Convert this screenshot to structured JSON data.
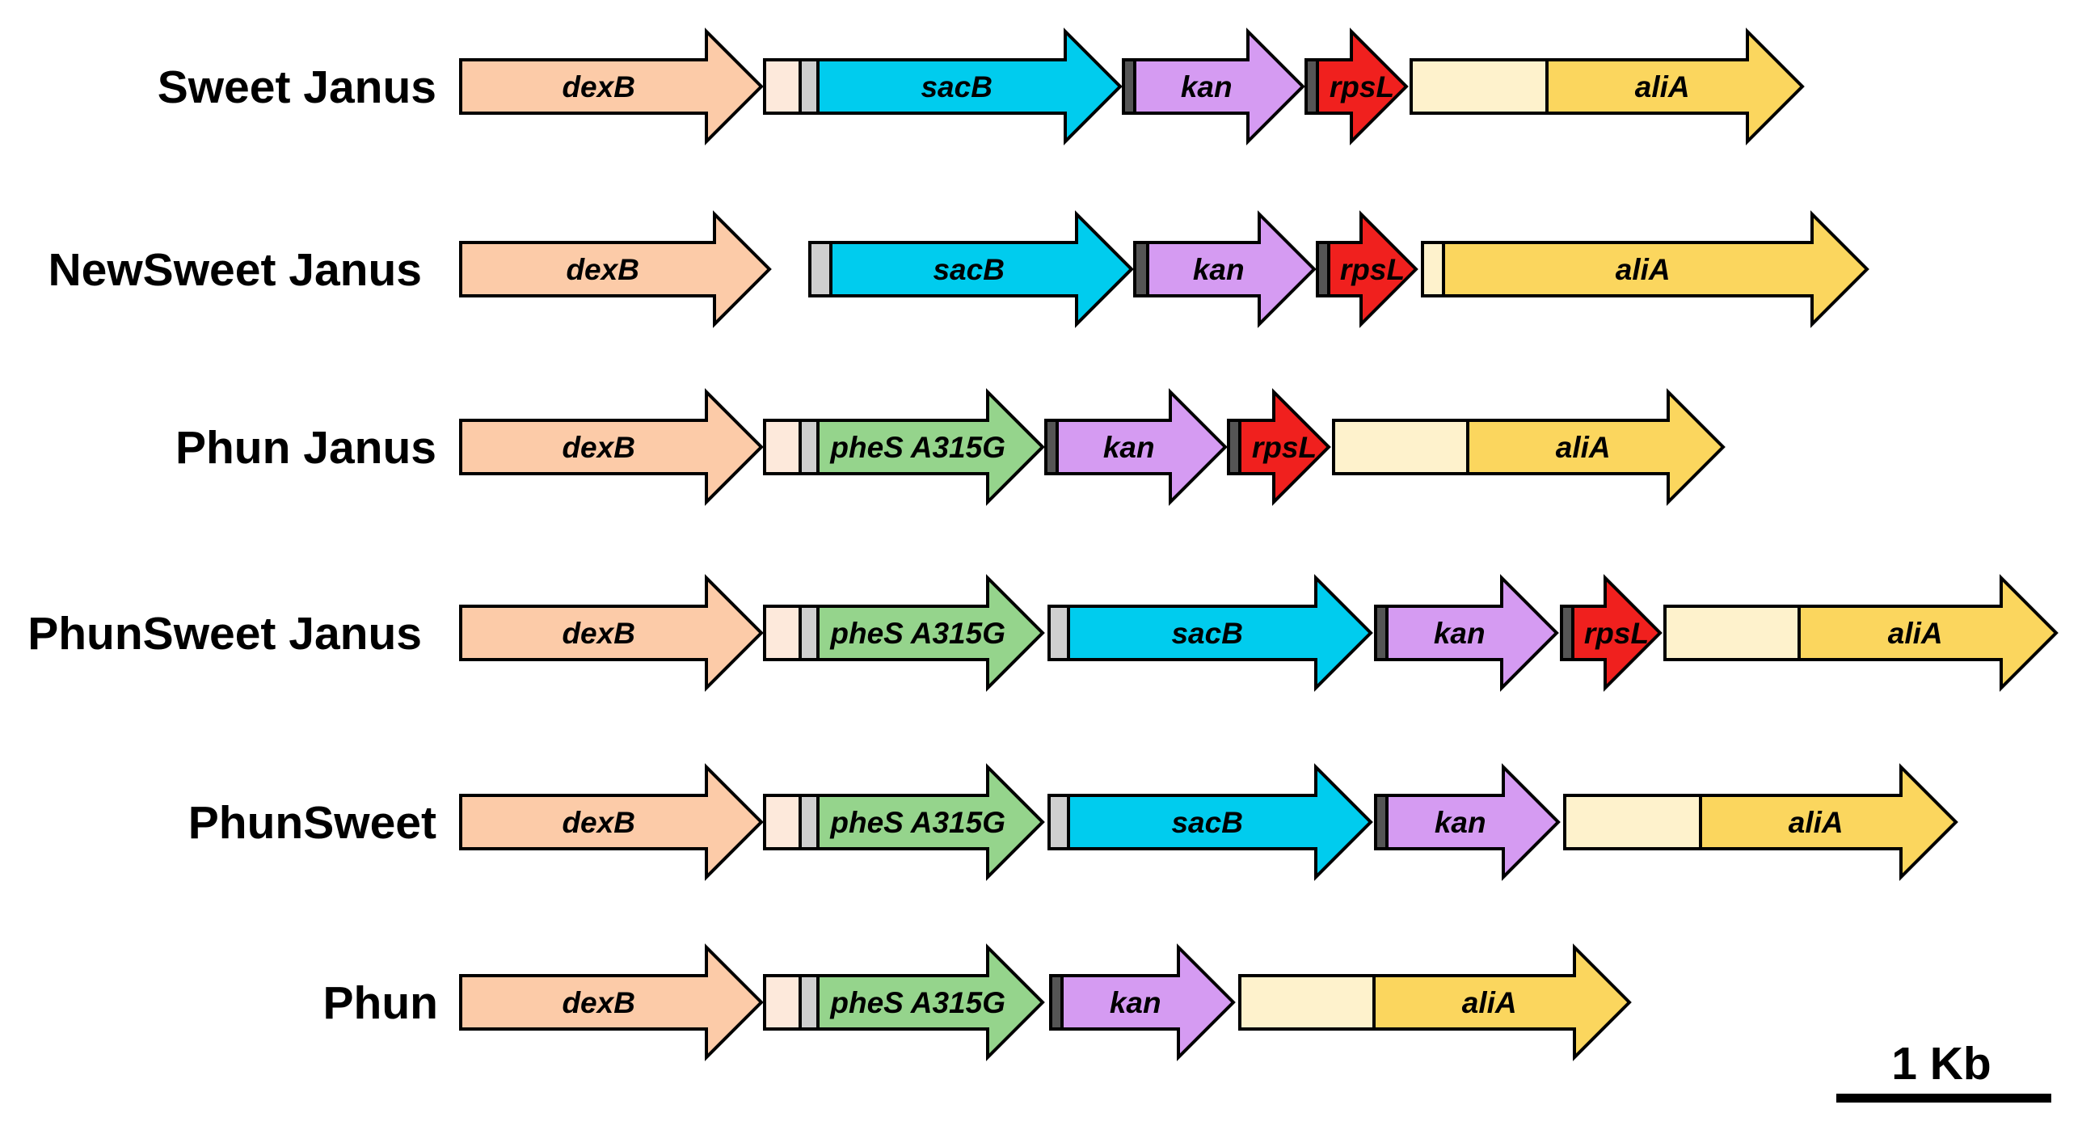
{
  "colors": {
    "dexB": "#FCCBA8",
    "dexB_flank": "#FDE9DB",
    "promoter_light": "#CFCFCF",
    "promoter_dark": "#555555",
    "sacB": "#00CCEE",
    "pheS": "#95D48C",
    "kan": "#D59BF2",
    "rpsL": "#F0201E",
    "aliA": "#FBD65E",
    "aliA_flank": "#FEF2CC",
    "outline": "#000000"
  },
  "constructs": [
    {
      "name": "Sweet Janus",
      "elements": [
        {
          "kind": "arrow",
          "gene": "dexB",
          "label": "dexB",
          "color": "dexB"
        },
        {
          "kind": "box",
          "color": "dexB_flank"
        },
        {
          "kind": "box",
          "color": "promoter_light"
        },
        {
          "kind": "arrow",
          "gene": "sacB",
          "label": "sacB",
          "color": "sacB"
        },
        {
          "kind": "box",
          "color": "promoter_dark"
        },
        {
          "kind": "arrow",
          "gene": "kan",
          "label": "kan",
          "color": "kan"
        },
        {
          "kind": "box",
          "color": "promoter_dark"
        },
        {
          "kind": "arrow",
          "gene": "rpsL",
          "label": "rpsL",
          "color": "rpsL"
        },
        {
          "kind": "box",
          "color": "aliA_flank"
        },
        {
          "kind": "arrow",
          "gene": "aliA",
          "label": "aliA",
          "color": "aliA"
        }
      ]
    },
    {
      "name": "NewSweet Janus",
      "elements": [
        {
          "kind": "arrow",
          "gene": "dexB",
          "label": "dexB",
          "color": "dexB"
        },
        {
          "kind": "box",
          "color": "promoter_light"
        },
        {
          "kind": "arrow",
          "gene": "sacB",
          "label": "sacB",
          "color": "sacB"
        },
        {
          "kind": "box",
          "color": "promoter_dark"
        },
        {
          "kind": "arrow",
          "gene": "kan",
          "label": "kan",
          "color": "kan"
        },
        {
          "kind": "box",
          "color": "promoter_dark"
        },
        {
          "kind": "arrow",
          "gene": "rpsL",
          "label": "rpsL",
          "color": "rpsL"
        },
        {
          "kind": "box",
          "color": "aliA_flank"
        },
        {
          "kind": "arrow",
          "gene": "aliA",
          "label": "aliA",
          "color": "aliA"
        }
      ]
    },
    {
      "name": "Phun Janus",
      "elements": [
        {
          "kind": "arrow",
          "gene": "dexB",
          "label": "dexB",
          "color": "dexB"
        },
        {
          "kind": "box",
          "color": "dexB_flank"
        },
        {
          "kind": "box",
          "color": "promoter_light"
        },
        {
          "kind": "arrow",
          "gene": "pheS",
          "label": "pheS A315G",
          "color": "pheS"
        },
        {
          "kind": "box",
          "color": "promoter_dark"
        },
        {
          "kind": "arrow",
          "gene": "kan",
          "label": "kan",
          "color": "kan"
        },
        {
          "kind": "box",
          "color": "promoter_dark"
        },
        {
          "kind": "arrow",
          "gene": "rpsL",
          "label": "rpsL",
          "color": "rpsL"
        },
        {
          "kind": "box",
          "color": "aliA_flank"
        },
        {
          "kind": "arrow",
          "gene": "aliA",
          "label": "aliA",
          "color": "aliA"
        }
      ]
    },
    {
      "name": "PhunSweet Janus",
      "elements": [
        {
          "kind": "arrow",
          "gene": "dexB",
          "label": "dexB",
          "color": "dexB"
        },
        {
          "kind": "box",
          "color": "dexB_flank"
        },
        {
          "kind": "box",
          "color": "promoter_light"
        },
        {
          "kind": "arrow",
          "gene": "pheS",
          "label": "pheS A315G",
          "color": "pheS"
        },
        {
          "kind": "box",
          "color": "promoter_light"
        },
        {
          "kind": "arrow",
          "gene": "sacB",
          "label": "sacB",
          "color": "sacB"
        },
        {
          "kind": "box",
          "color": "promoter_dark"
        },
        {
          "kind": "arrow",
          "gene": "kan",
          "label": "kan",
          "color": "kan"
        },
        {
          "kind": "box",
          "color": "promoter_dark"
        },
        {
          "kind": "arrow",
          "gene": "rpsL",
          "label": "rpsL",
          "color": "rpsL"
        },
        {
          "kind": "box",
          "color": "aliA_flank"
        },
        {
          "kind": "arrow",
          "gene": "aliA",
          "label": "aliA",
          "color": "aliA"
        }
      ]
    },
    {
      "name": "PhunSweet",
      "elements": [
        {
          "kind": "arrow",
          "gene": "dexB",
          "label": "dexB",
          "color": "dexB"
        },
        {
          "kind": "box",
          "color": "dexB_flank"
        },
        {
          "kind": "box",
          "color": "promoter_light"
        },
        {
          "kind": "arrow",
          "gene": "pheS",
          "label": "pheS A315G",
          "color": "pheS"
        },
        {
          "kind": "box",
          "color": "promoter_light"
        },
        {
          "kind": "arrow",
          "gene": "sacB",
          "label": "sacB",
          "color": "sacB"
        },
        {
          "kind": "box",
          "color": "promoter_dark"
        },
        {
          "kind": "arrow",
          "gene": "kan",
          "label": "kan",
          "color": "kan"
        },
        {
          "kind": "box",
          "color": "aliA_flank"
        },
        {
          "kind": "arrow",
          "gene": "aliA",
          "label": "aliA",
          "color": "aliA"
        }
      ]
    },
    {
      "name": "Phun",
      "elements": [
        {
          "kind": "arrow",
          "gene": "dexB",
          "label": "dexB",
          "color": "dexB"
        },
        {
          "kind": "box",
          "color": "dexB_flank"
        },
        {
          "kind": "box",
          "color": "promoter_light"
        },
        {
          "kind": "arrow",
          "gene": "pheS",
          "label": "pheS A315G",
          "color": "pheS"
        },
        {
          "kind": "box",
          "color": "promoter_dark"
        },
        {
          "kind": "arrow",
          "gene": "kan",
          "label": "kan",
          "color": "kan"
        },
        {
          "kind": "box",
          "color": "aliA_flank"
        },
        {
          "kind": "arrow",
          "gene": "aliA",
          "label": "aliA",
          "color": "aliA"
        }
      ]
    }
  ],
  "scale_bar": {
    "label": "1 Kb"
  }
}
